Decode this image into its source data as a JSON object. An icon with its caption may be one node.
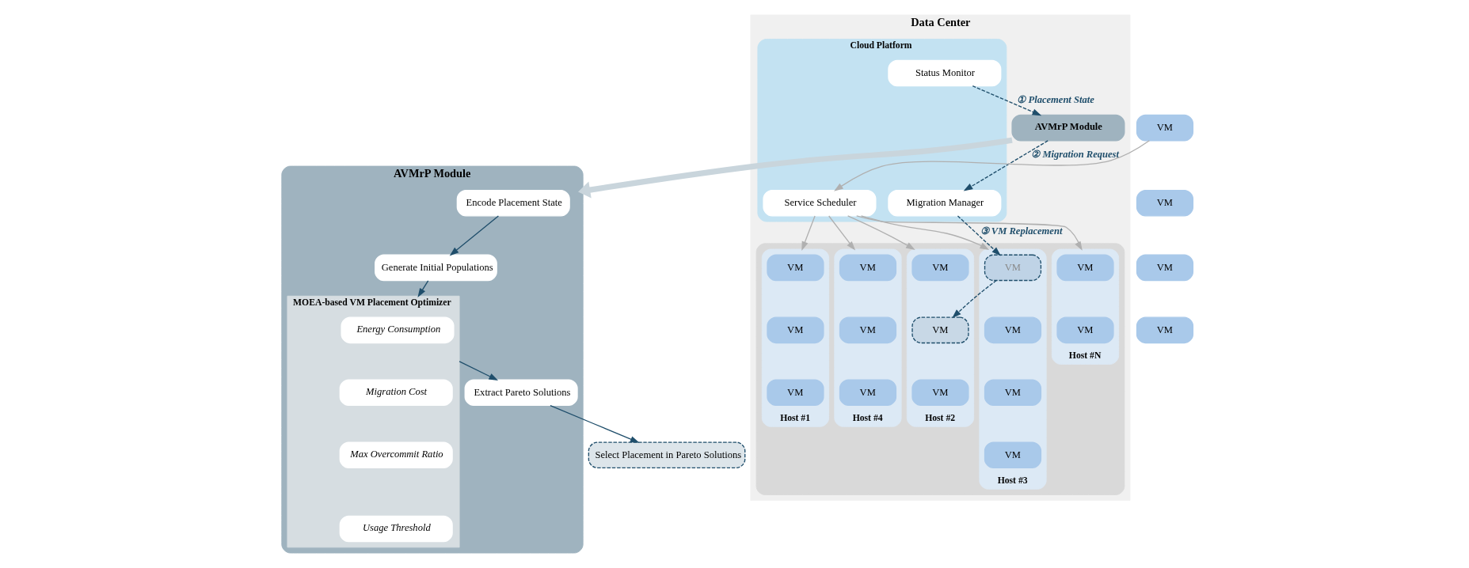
{
  "diagram": {
    "nodes": [
      {
        "text": [
          "Data Center"
        ]
      },
      {
        "text": [
          "Cloud Platform"
        ],
        "in": 0
      },
      {
        "text": [
          "Status Monitor"
        ],
        "in": 1
      },
      {
        "text": [
          "Service Scheduler"
        ],
        "in": 1
      },
      {
        "text": [
          "Migration Manager"
        ],
        "in": 1
      },
      {
        "text": [
          "AVMrP Module"
        ],
        "in": 0
      },
      {
        "text": [],
        "shape": "box",
        "in": 0
      },
      {
        "text": [
          "Host #1"
        ],
        "in": 6
      },
      {
        "text": [
          "VM"
        ],
        "in": 7
      },
      {
        "text": [
          "VM"
        ],
        "in": 7
      },
      {
        "text": [
          "VM"
        ],
        "in": 7
      },
      {
        "text": [
          "Host #2"
        ],
        "in": 6
      },
      {
        "text": [
          "VM"
        ],
        "in": 11
      },
      {
        "text": [
          "VM"
        ],
        "in": 11
      },
      {
        "text": [
          "VM"
        ],
        "in": 11
      },
      {
        "text": [
          "Host #3"
        ],
        "in": 6
      },
      {
        "text": [
          "VM"
        ],
        "in": 15
      },
      {
        "text": [
          "VM"
        ],
        "in": 15
      },
      {
        "text": [
          "VM"
        ],
        "in": 15
      },
      {
        "text": [
          "VM"
        ],
        "in": 15
      },
      {
        "text": [
          "Host #4"
        ],
        "in": 6
      },
      {
        "text": [
          "VM"
        ],
        "in": 20
      },
      {
        "text": [
          "VM"
        ],
        "in": 20
      },
      {
        "text": [
          "VM"
        ],
        "in": 20
      },
      {
        "text": [
          "Host #N"
        ],
        "in": 6
      },
      {
        "text": [
          "VM"
        ],
        "in": 24
      },
      {
        "text": [
          "VM"
        ],
        "in": 24
      },
      {
        "text": [
          "VM"
        ]
      },
      {
        "text": [
          "VM"
        ]
      },
      {
        "text": [
          "VM"
        ]
      },
      {
        "text": [
          "VM"
        ]
      },
      {
        "text": [
          "AVMrP Module"
        ]
      },
      {
        "text": [
          "Encode Placement State"
        ],
        "in": 31
      },
      {
        "text": [
          "Generate Initial Populations"
        ],
        "in": 31
      },
      {
        "text": [
          "MOEA-based VM Placement Optimizer"
        ],
        "in": 31
      },
      {
        "text": [
          "Energy Consumption"
        ],
        "in": 34
      },
      {
        "text": [
          "Migration Cost"
        ],
        "in": 34
      },
      {
        "text": [
          "Max Overcommit Ratio"
        ],
        "in": 34
      },
      {
        "text": [
          "Usage Threshold"
        ],
        "in": 34
      },
      {
        "text": [
          "Extract Pareto Solutions"
        ],
        "in": 31
      },
      {
        "text": [
          "Select Placement in Pareto Solutions"
        ]
      }
    ],
    "edges": [
      {
        "from": 27,
        "to": 3,
        "arrow": "to",
        "color": "#b0b0b0"
      },
      {
        "from": 3,
        "to": 7,
        "arrow": "to",
        "color": "#b0b0b0"
      },
      {
        "from": 3,
        "to": 11,
        "arrow": "to",
        "color": "#b0b0b0"
      },
      {
        "from": 3,
        "to": 15,
        "arrow": "to",
        "color": "#b0b0b0"
      },
      {
        "from": 3,
        "to": 20,
        "arrow": "to",
        "color": "#b0b0b0"
      },
      {
        "from": 3,
        "to": 24,
        "arrow": "to",
        "color": "#b0b0b0"
      },
      {
        "from": 2,
        "to": 5,
        "arrow": "to",
        "style": "dashed",
        "label": "① Placement State"
      },
      {
        "from": 5,
        "to": 4,
        "arrow": "to",
        "style": "dashed",
        "label": "② Migration Request"
      },
      {
        "from": 4,
        "to": 16,
        "arrow": "to",
        "style": "dashed",
        "label": "③ VM Replacement"
      },
      {
        "from": 16,
        "to": 13,
        "arrow": "to",
        "style": "dashed"
      },
      {
        "from": 5,
        "to": 31,
        "arrow": "to",
        "style": "thick",
        "color": "#c9d5dc"
      },
      {
        "from": 32,
        "to": 33,
        "arrow": "to"
      },
      {
        "from": 33,
        "to": 34,
        "arrow": "to"
      },
      {
        "from": 34,
        "to": 39,
        "arrow": "to"
      },
      {
        "from": 39,
        "to": 40,
        "arrow": "to"
      }
    ]
  }
}
